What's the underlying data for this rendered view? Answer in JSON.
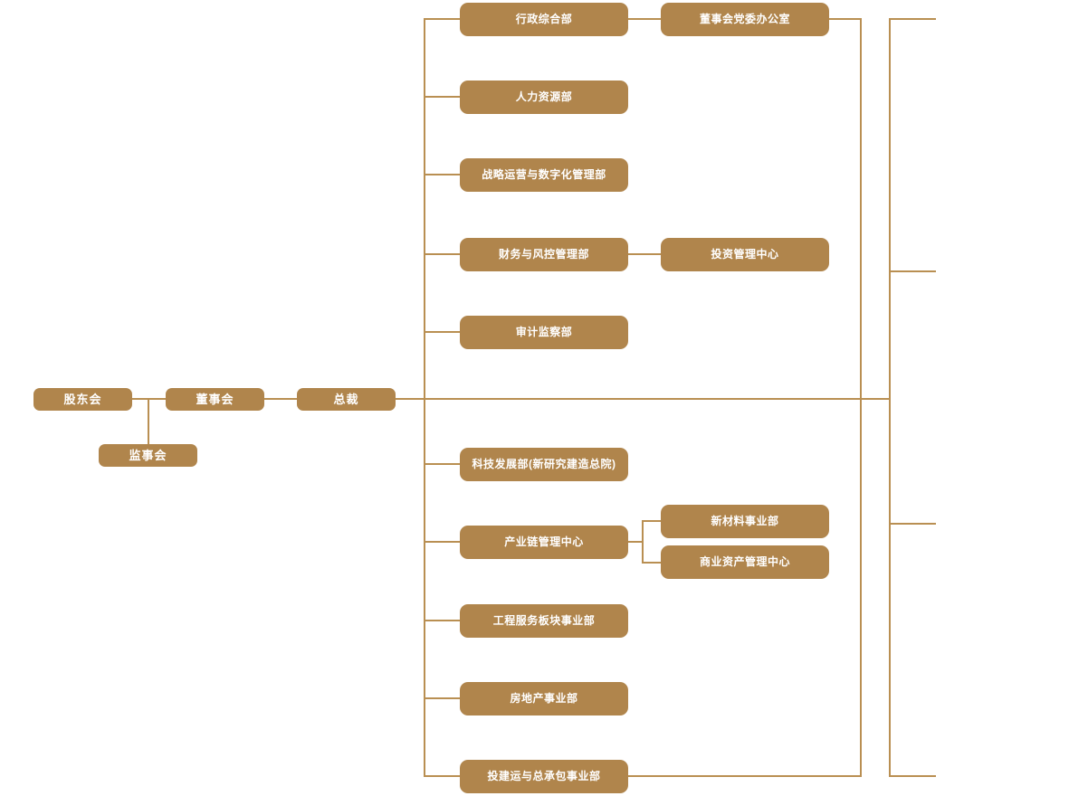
{
  "diagram_type": "org-chart",
  "colors": {
    "box_fill": "#b0854c",
    "connector": "#b98f52",
    "label_text": "#ffffff",
    "background": "#ffffff"
  },
  "governance": {
    "shareholders": "股东会",
    "board": "董事会",
    "president": "总裁",
    "supervisory": "监事会"
  },
  "headquarters_departments": [
    {
      "label": "行政综合部"
    },
    {
      "label": "人力资源部"
    },
    {
      "label": "战略运营与数字化管理部"
    },
    {
      "label": "财务与风控管理部"
    },
    {
      "label": "审计监察部"
    },
    {
      "label": "科技发展部(新研究建造总院)"
    },
    {
      "label": "产业链管理中心"
    },
    {
      "label": "工程服务板块事业部"
    },
    {
      "label": "房地产事业部"
    },
    {
      "label": "投建运与总承包事业部"
    }
  ],
  "affiliated_units": [
    {
      "label": "董事会党委办公室"
    },
    {
      "label": "投资管理中心"
    },
    {
      "label": "新材料事业部"
    },
    {
      "label": "商业资产管理中心"
    }
  ]
}
